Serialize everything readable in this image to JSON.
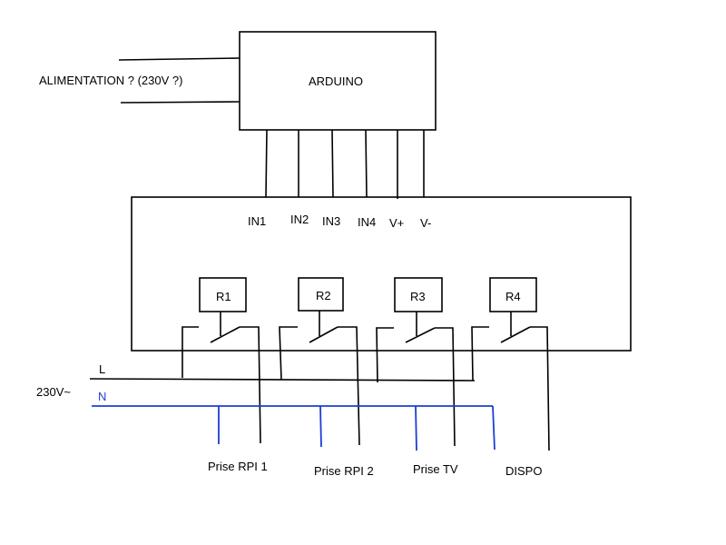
{
  "power_label": "ALIMENTATION ? (230V ?)",
  "arduino_label": "ARDUINO",
  "relay_inputs": [
    "IN1",
    "IN2",
    "IN3",
    "IN4",
    "V+",
    "V-"
  ],
  "relays": [
    "R1",
    "R2",
    "R3",
    "R4"
  ],
  "mains_label": "230V~",
  "line_label": "L",
  "neutral_label": "N",
  "outlets": [
    "Prise RPI 1",
    "Prise RPI 2",
    "Prise TV",
    "DISPO"
  ],
  "colors": {
    "wire": "#000000",
    "neutral_wire": "#1a3fd4"
  }
}
